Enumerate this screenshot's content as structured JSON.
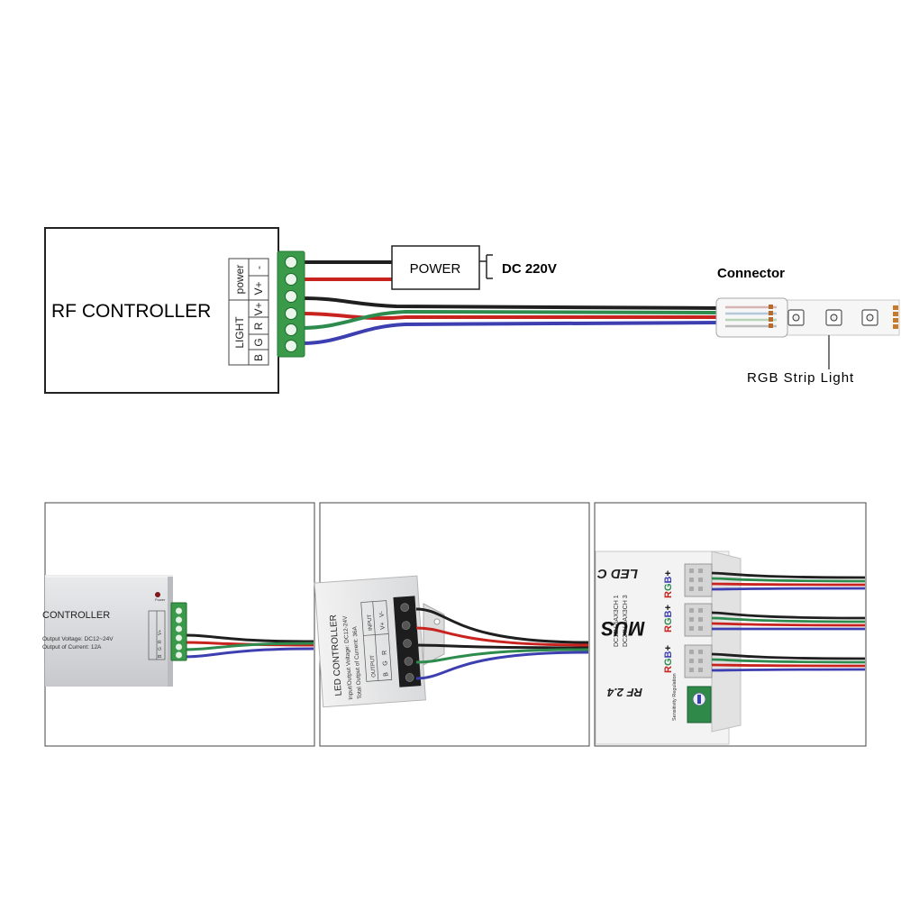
{
  "diagram": {
    "controller_label": "RF CONTROLLER",
    "terminal_power_label": "power",
    "terminal_light_label": "LIGHT",
    "terminal_power_pins": [
      "V+",
      "-"
    ],
    "terminal_light_pins": [
      "B",
      "G",
      "R",
      "V+"
    ],
    "power_box_label": "POWER",
    "power_input_label": "DC 220V",
    "connector_label": "Connector",
    "strip_label": "RGB Strip Light"
  },
  "photos": {
    "rf_controller": {
      "title": "CONTROLLER",
      "power_led": "Power",
      "spec_lines": [
        "Output Voltage: DC12~24V",
        "Output of Current: 12A"
      ],
      "pins": [
        "B",
        "G",
        "R",
        "V+"
      ]
    },
    "led_controller": {
      "title": "LED CONTROLLER",
      "spec_lines": [
        "Input/Output Voltage: DC12-24V",
        "Total Output of Current: 36A"
      ],
      "output_label": "OUTPUT",
      "input_label": "INPUT",
      "pins": [
        "B",
        "G",
        "R",
        "V+",
        "V-"
      ]
    },
    "music_controller": {
      "brand_top": "LED C",
      "brand_mid": "MUS",
      "channel_label": "RGB+",
      "spec_lines": [
        "DC12V-5AX3CH 1",
        "DC24V-5AX3CH 3"
      ],
      "model": "RF 2.4",
      "knob_label": "Sensitivity Regulation"
    }
  },
  "colors": {
    "wire_black": "#1f1f1f",
    "wire_red": "#c8231f",
    "wire_green": "#2e8b4e",
    "wire_blue": "#3d3fb0",
    "terminal_green": "#3a9a4a",
    "strip_white": "#f4f4f4",
    "frame": "#222222"
  }
}
